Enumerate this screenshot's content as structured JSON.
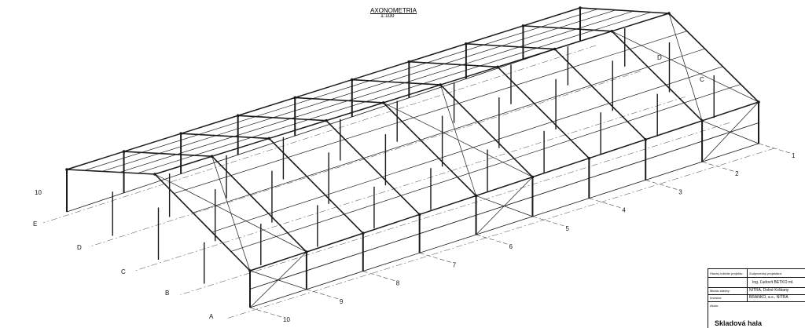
{
  "drawing": {
    "title": "AXONOMETRIA",
    "scale": "1:100"
  },
  "axes": {
    "numbered": [
      "1",
      "2",
      "3",
      "4",
      "5",
      "6",
      "7",
      "8",
      "9",
      "10"
    ],
    "numbered_far_end": "10",
    "lettered_near": [
      "A",
      "B",
      "C",
      "D",
      "E"
    ],
    "lettered_far": [
      "D",
      "C"
    ]
  },
  "title_block": {
    "chief_project_label": "Hlavný inžinier projektu:",
    "responsible_label": "Zodpovedný projektant:",
    "responsible_value": "Ing. Ľudovít BETKO ml.",
    "location_label": "Miesto stavby:",
    "location_value": "NITRA, Dolné Krškany",
    "investor_label": "Investor:",
    "investor_value": "BRANKO, a.s., NITRA",
    "building_label": "Akcia:",
    "building_value": "Skladová hala"
  },
  "colors": {
    "steel": "#1a1a1a",
    "gridline": "#444444",
    "background": "#ffffff"
  }
}
